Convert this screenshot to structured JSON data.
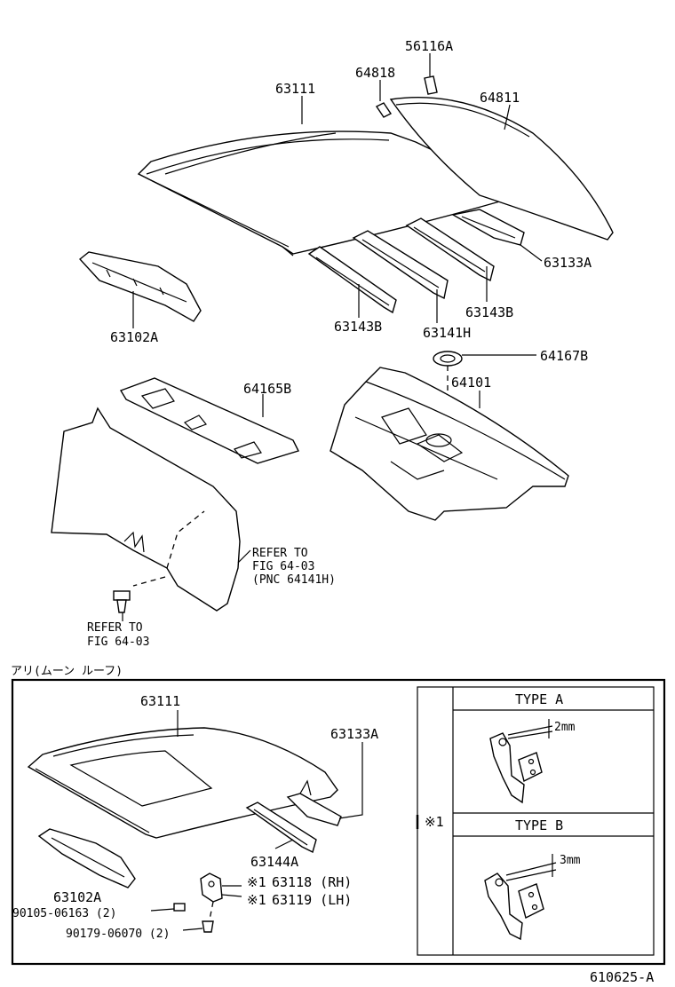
{
  "top": {
    "labels": {
      "p56116a": "56116A",
      "p64818": "64818",
      "p63111": "63111",
      "p64811": "64811",
      "p63133a": "63133A",
      "p63102a": "63102A",
      "p63143b_left": "63143B",
      "p63141h": "63141H",
      "p63143b_right": "63143B",
      "p64167b": "64167B",
      "p64165b": "64165B",
      "p64101": "64101"
    },
    "refer_right": [
      "REFER TO",
      "FIG 64-03",
      "(PNC 64141H)"
    ],
    "refer_bottom": [
      "REFER TO",
      "FIG 64-03"
    ]
  },
  "bottom": {
    "title": "アリ(ムーン ルーフ)",
    "labels": {
      "p63111": "63111",
      "p63133a": "63133A",
      "p63144a": "63144A",
      "p63102a": "63102A",
      "p63118": "63118 (RH)",
      "p63119": "63119 (LH)",
      "p90105": "90105-06163 (2)",
      "p90179": "90179-06070 (2)",
      "mark1": "※1",
      "mark2": "※1"
    },
    "types": {
      "mark": "※1",
      "a_title": "TYPE A",
      "a_dim": "2mm",
      "b_title": "TYPE B",
      "b_dim": "3mm"
    }
  },
  "figure_id": "610625-A"
}
